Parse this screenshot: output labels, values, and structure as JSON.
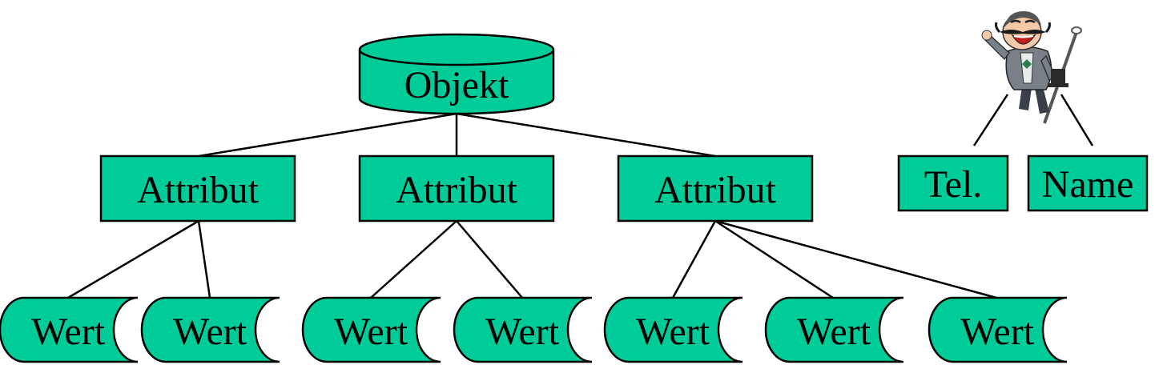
{
  "colors": {
    "node_fill": "#00CC99",
    "stroke": "#000000",
    "background": "#FFFFFF"
  },
  "object": {
    "label": "Objekt"
  },
  "attributes": [
    {
      "label": "Attribut"
    },
    {
      "label": "Attribut"
    },
    {
      "label": "Attribut"
    }
  ],
  "values": [
    {
      "label": "Wert"
    },
    {
      "label": "Wert"
    },
    {
      "label": "Wert"
    },
    {
      "label": "Wert"
    },
    {
      "label": "Wert"
    },
    {
      "label": "Wert"
    },
    {
      "label": "Wert"
    }
  ],
  "example": {
    "figure_icon": "laughing-man-with-top-hat-icon",
    "tel_label": "Tel.",
    "name_label": "Name"
  }
}
